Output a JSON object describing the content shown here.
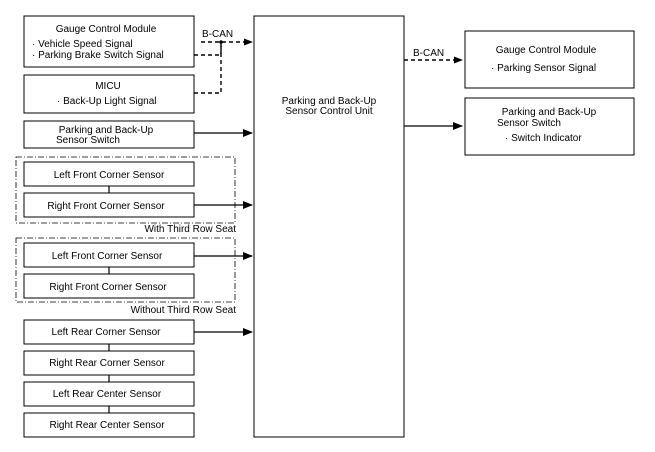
{
  "bus_labels": {
    "left": "B-CAN",
    "right": "B-CAN"
  },
  "group_labels": {
    "with_third_row": "With Third Row Seat",
    "without_third_row": "Without Third Row Seat"
  },
  "inputs": {
    "gauge": {
      "title": "Gauge Control Module",
      "signal_1": "· Vehicle Speed Signal",
      "signal_2": "· Parking Brake Switch Signal"
    },
    "micu": {
      "title": "MICU",
      "signal_1": "· Back-Up Light Signal"
    },
    "switch": {
      "line_1": "Parking and Back-Up",
      "line_2": "Sensor Switch"
    },
    "with_third_row": {
      "left_front": "Left Front Corner Sensor",
      "right_front": "Right Front Corner Sensor"
    },
    "without_third_row": {
      "left_front": "Left Front Corner Sensor",
      "right_front": "Right Front Corner Sensor"
    },
    "rear": {
      "left_corner": "Left Rear Corner Sensor",
      "right_corner": "Right Rear Corner Sensor",
      "left_center": "Left Rear Center Sensor",
      "right_center": "Right Rear Center Sensor"
    }
  },
  "control_unit": {
    "line_1": "Parking and Back-Up",
    "line_2": "Sensor Control Unit"
  },
  "outputs": {
    "gauge": {
      "title": "Gauge Control Module",
      "signal_1": "· Parking Sensor Signal"
    },
    "switch": {
      "line_1": "Parking and Back-Up",
      "line_2": "Sensor Switch",
      "signal_1": "· Switch Indicator"
    }
  }
}
